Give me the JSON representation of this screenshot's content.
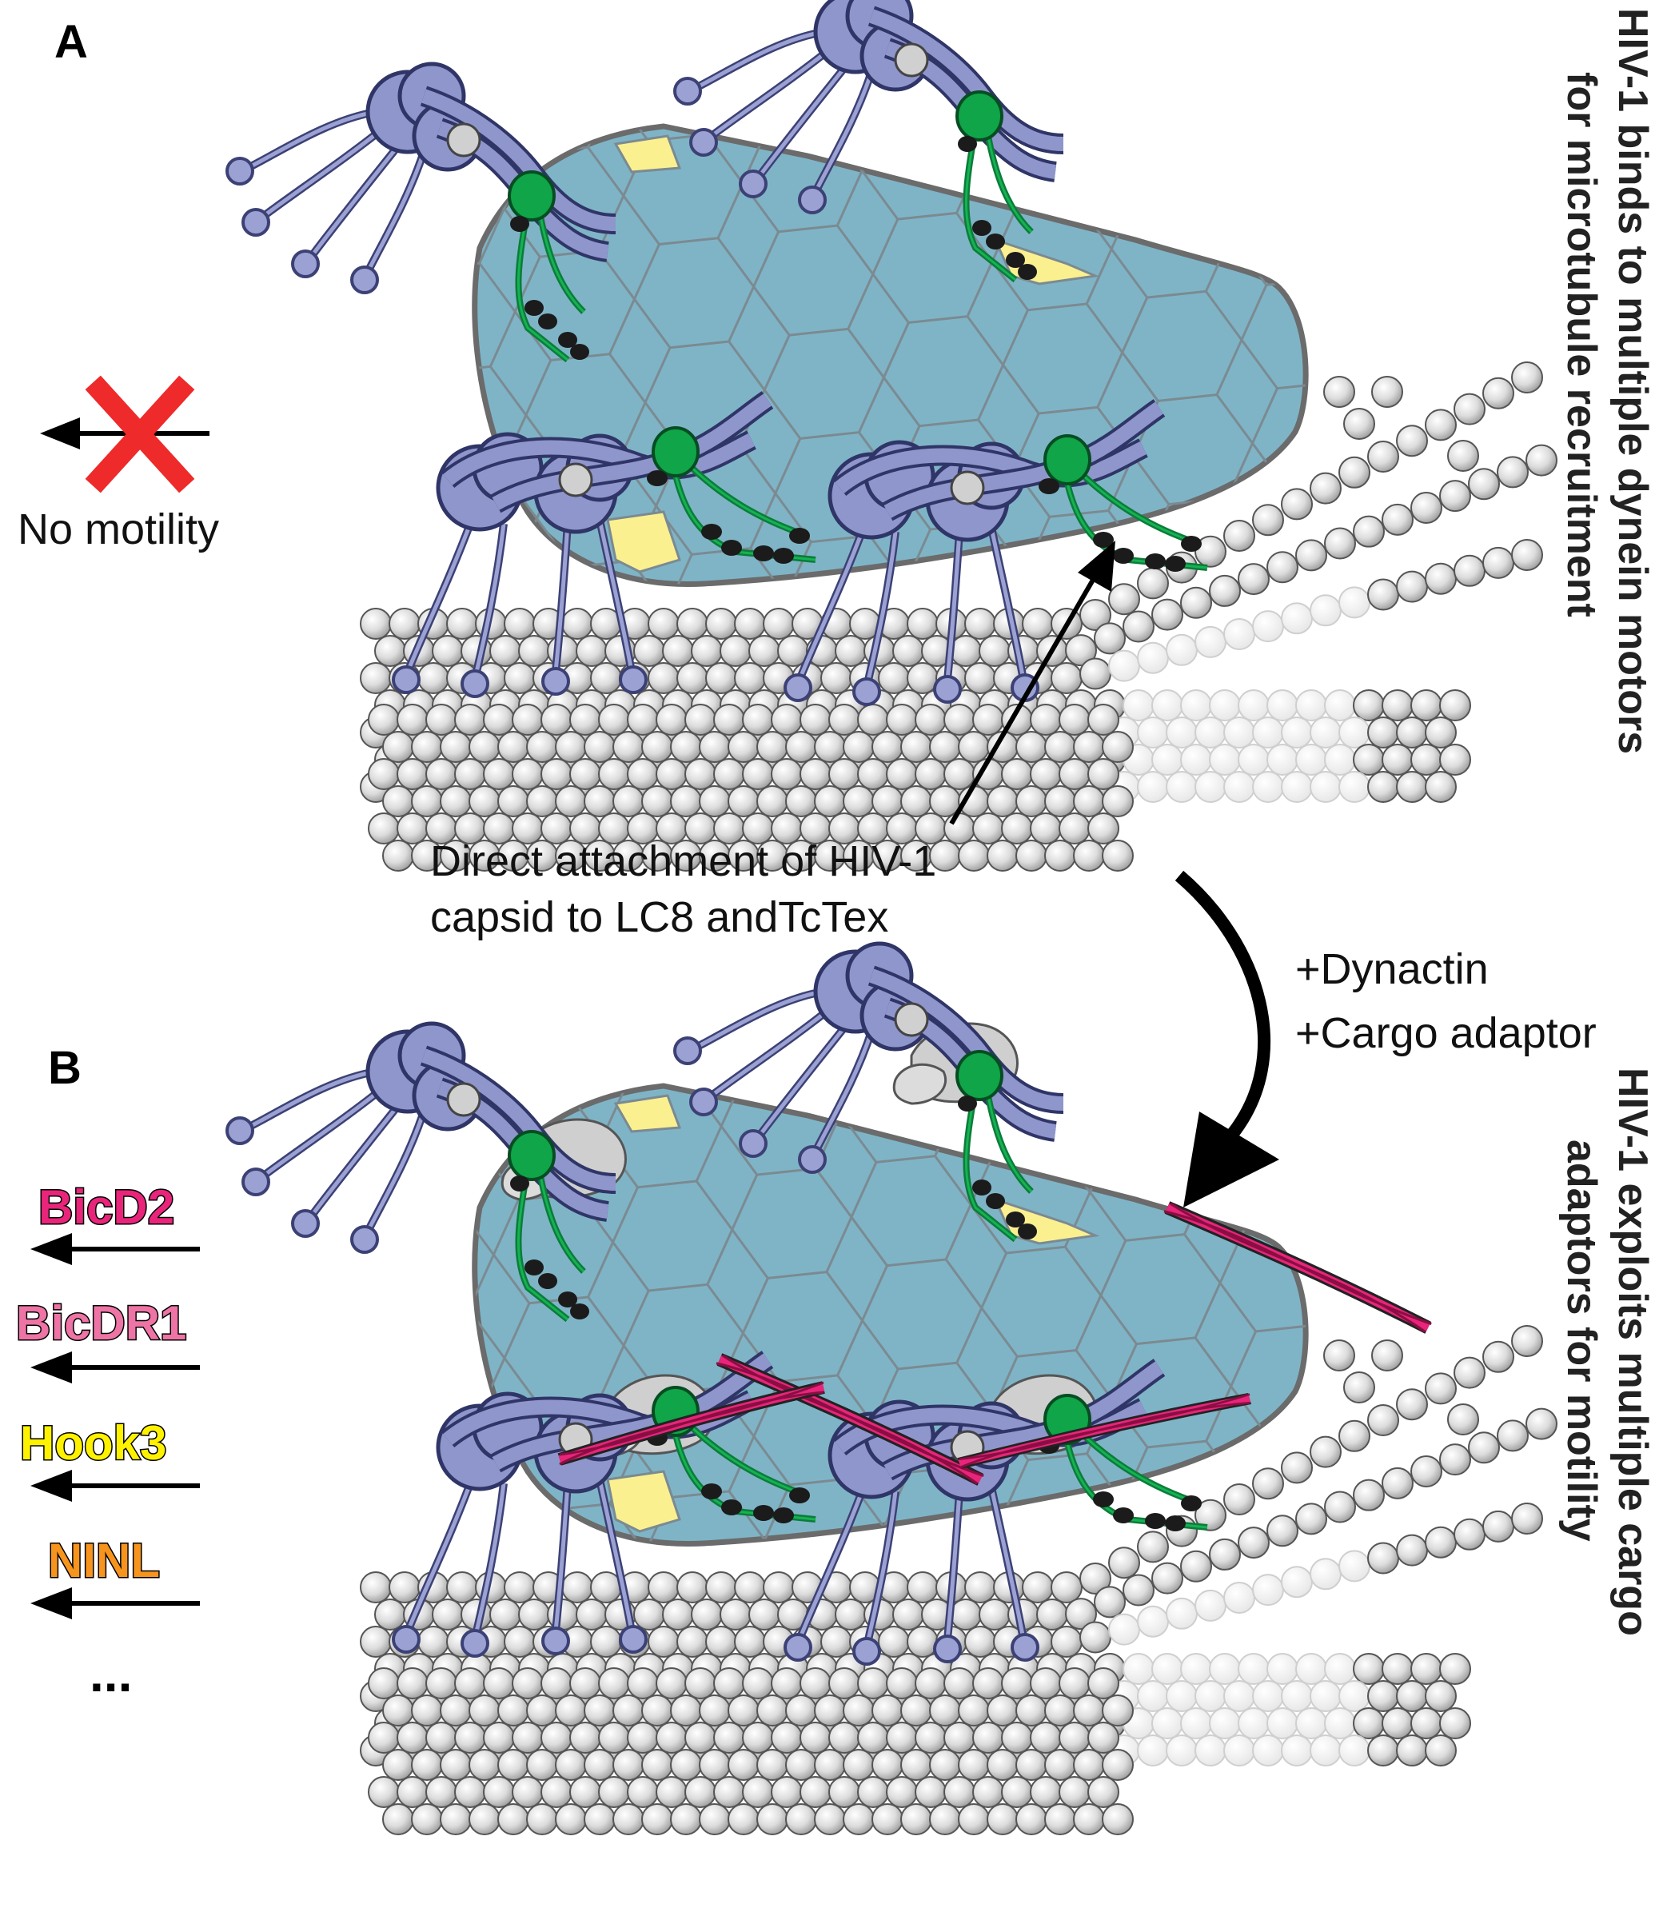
{
  "panel_a": {
    "letter": "A",
    "status": "No motility",
    "annotation_line1": "Direct attachment of HIV-1",
    "annotation_line2": "capsid to LC8 andTcTex",
    "side_line1": "HIV-1 binds to multiple dynein motors",
    "side_line2": "for microtubule recruitment"
  },
  "transition": {
    "line1": "+Dynactin",
    "line2": "+Cargo adaptor"
  },
  "panel_b": {
    "letter": "B",
    "adaptors": [
      {
        "name": "BicD2",
        "color": "#e8257a"
      },
      {
        "name": "BicDR1",
        "color": "#ee74a6"
      },
      {
        "name": "Hook3",
        "color": "#fff200"
      },
      {
        "name": "NINL",
        "color": "#f7941d"
      }
    ],
    "more": "...",
    "side_line1": "HIV-1 exploits multiple cargo",
    "side_line2": "adaptors for motility"
  },
  "colors": {
    "capsid": "#7fb4c7",
    "capsid_edge": "#6b6b6b",
    "pentamer": "#fbf090",
    "dynein": "#8f96cc",
    "light_chain": "#0fa548",
    "adaptor_coil": "#e8257a",
    "cross": "#ee2a2a",
    "microtubule": "#d9d9d9"
  }
}
